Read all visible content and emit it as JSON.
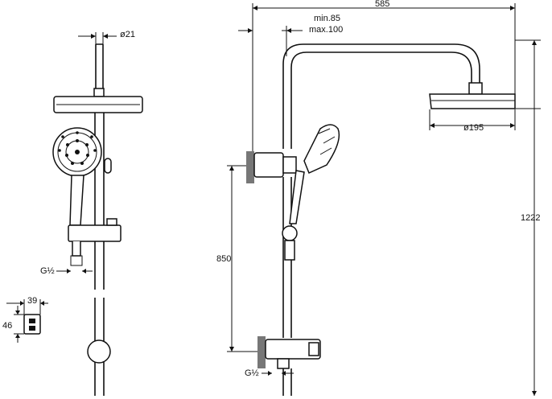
{
  "dimensions": {
    "pipe_diameter": "ø21",
    "bracket_width": "39",
    "bracket_height": "46",
    "connection_left": "G½",
    "connection_right": "G½",
    "total_width": "585",
    "min_projection": "min.85",
    "max_projection": "max.100",
    "head_diameter": "ø195",
    "mount_height": "850",
    "total_height": "1222"
  },
  "colors": {
    "line": "#111111",
    "background": "#ffffff"
  }
}
